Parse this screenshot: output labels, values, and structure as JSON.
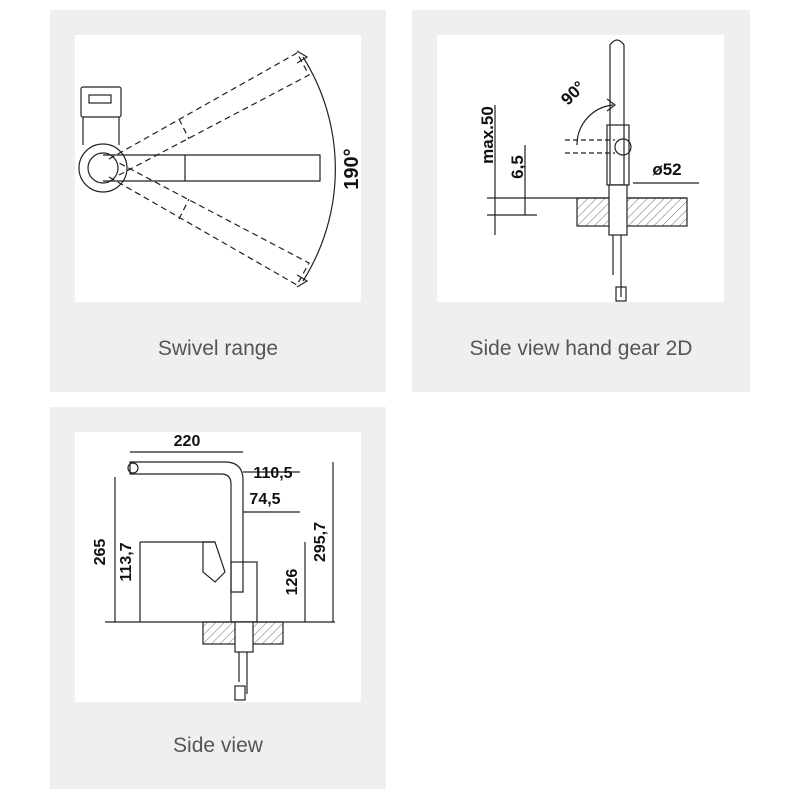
{
  "cards": [
    {
      "caption": "Swivel range",
      "labels": {
        "angle": "190°"
      }
    },
    {
      "caption": "Side view hand gear 2D",
      "labels": {
        "height": "max.50",
        "offset": "6,5",
        "angle": "90°",
        "diameter": "ø52"
      }
    },
    {
      "caption": "Side view",
      "labels": {
        "reach": "220",
        "spout_height": "110,5",
        "lever_offset": "74,5",
        "total_height": "265",
        "handle_height": "113,7",
        "base_height": "126",
        "max_height": "295,7"
      }
    }
  ]
}
